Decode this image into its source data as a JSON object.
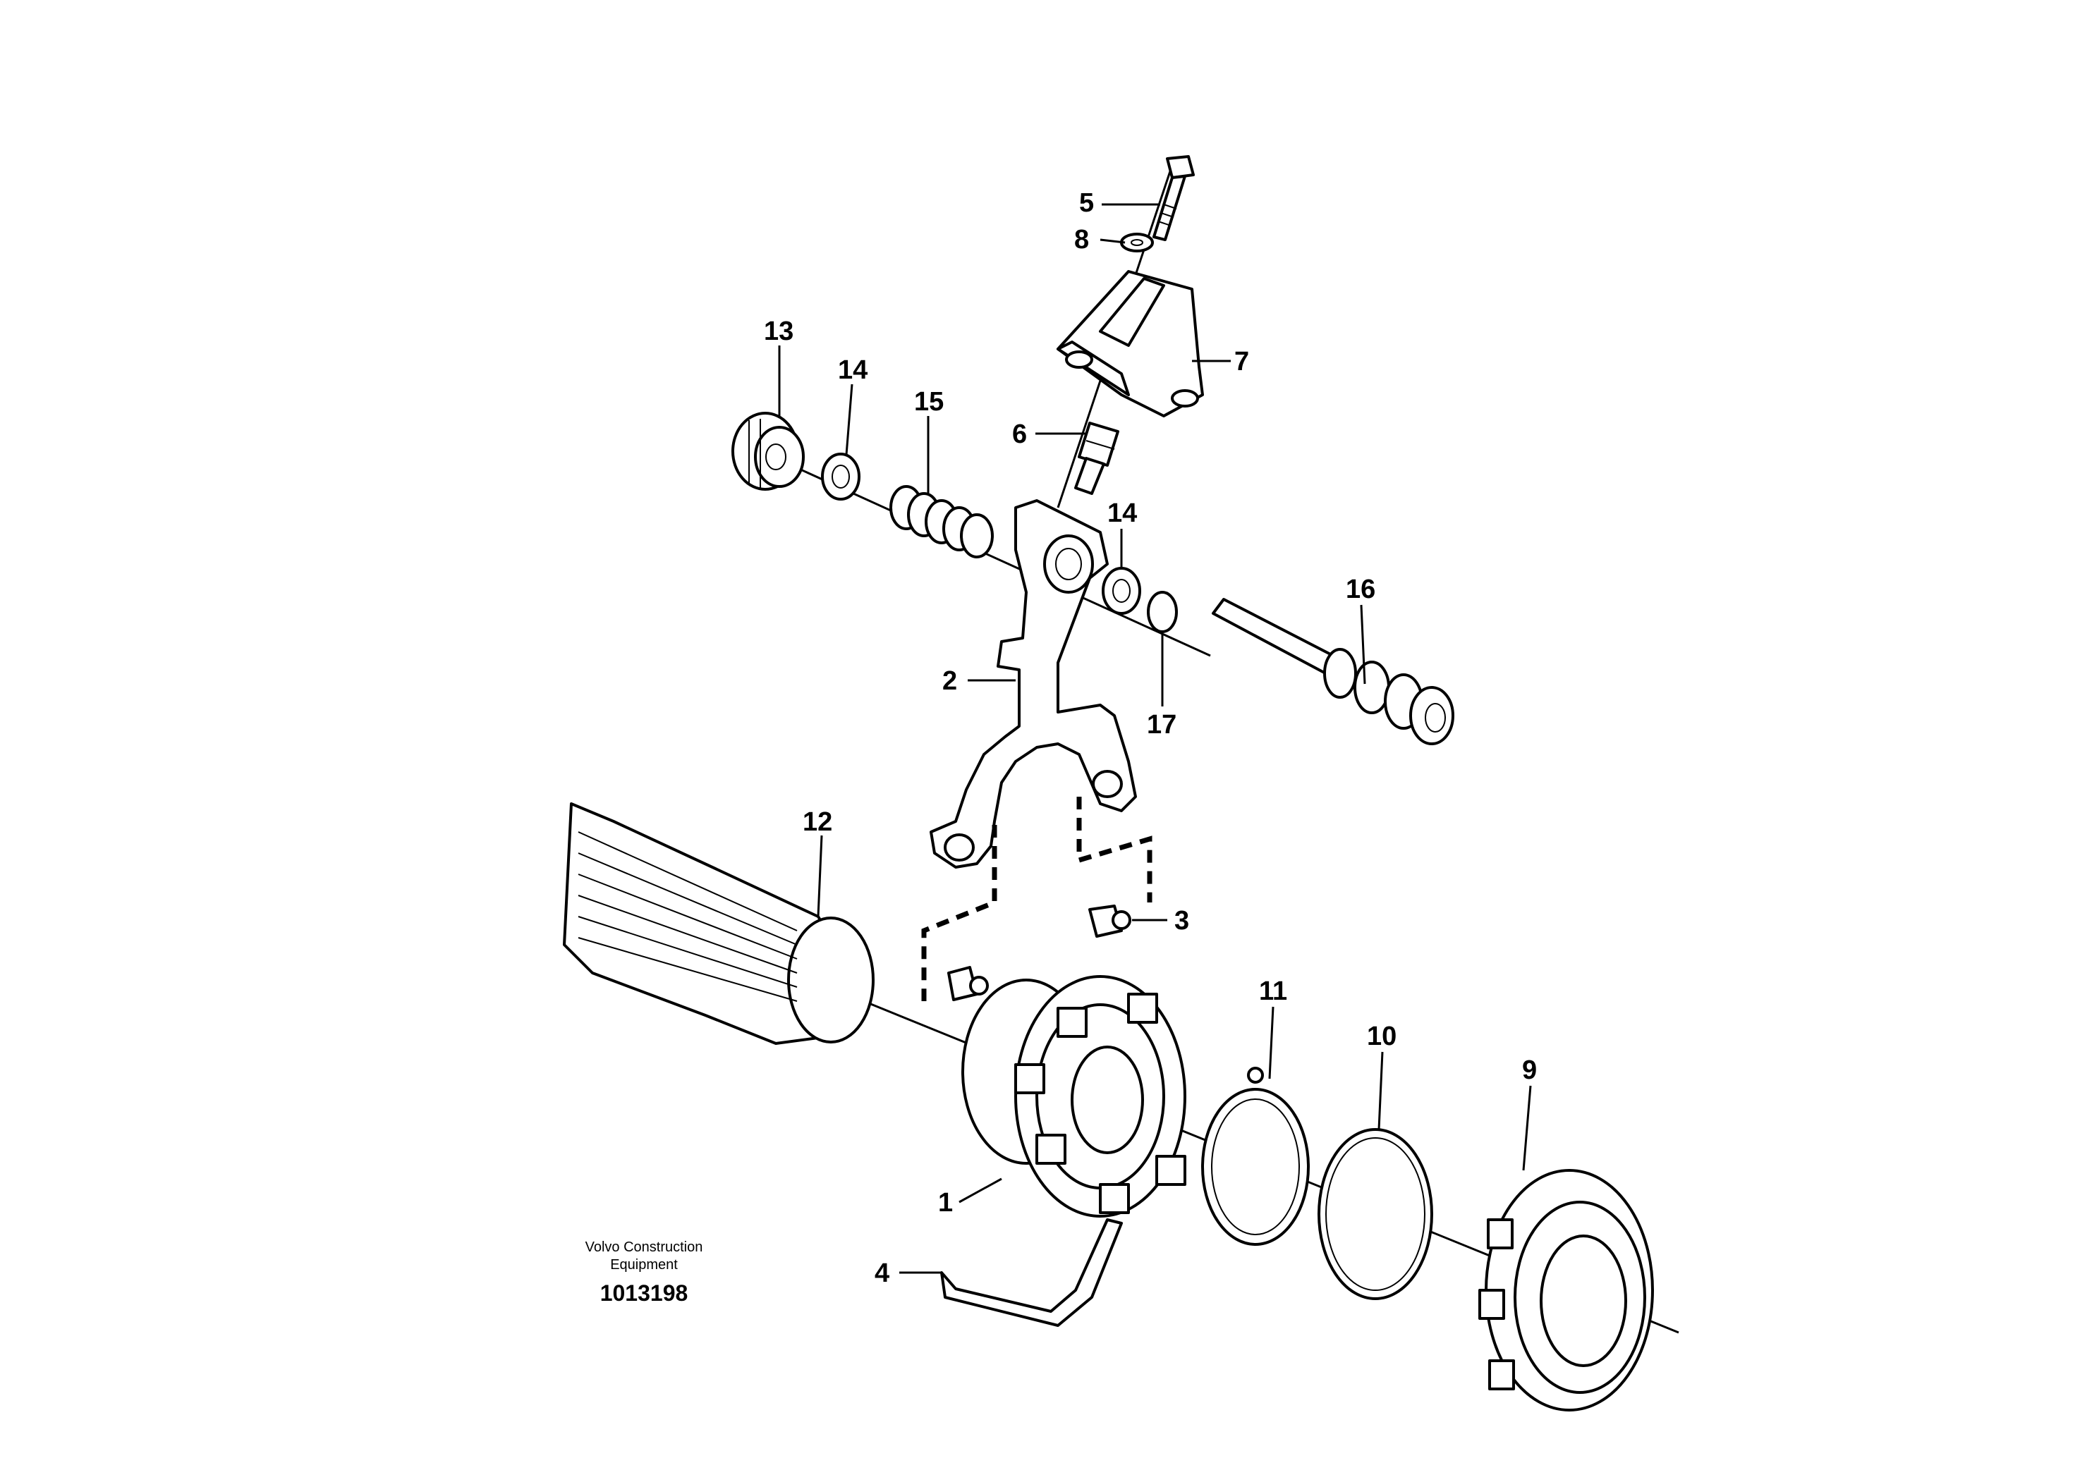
{
  "diagram": {
    "credit_line1": "Volvo Construction",
    "credit_line2": "Equipment",
    "document_number": "1013198",
    "callouts": {
      "c1": "1",
      "c2": "2",
      "c3": "3",
      "c4": "4",
      "c5": "5",
      "c6": "6",
      "c7": "7",
      "c8": "8",
      "c9": "9",
      "c10": "10",
      "c11": "11",
      "c12": "12",
      "c13": "13",
      "c14a": "14",
      "c14b": "14",
      "c15": "15",
      "c16": "16",
      "c17": "17"
    }
  }
}
